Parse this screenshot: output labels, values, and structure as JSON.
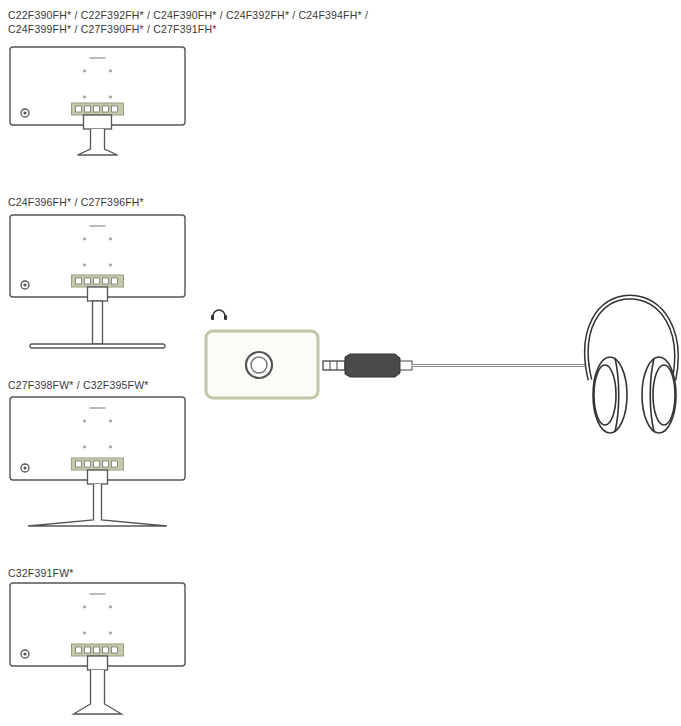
{
  "diagram": {
    "labels": [
      "C22F390FH* / C22F392FH* / C24F390FH* / C24F392FH* / C24F394FH* / C24F399FH* / C27F390FH* / C27F391FH*",
      "C24F396FH* / C27F396FH*",
      "C27F398FW* / C32F395FW*",
      "C32F391FW*"
    ]
  }
}
